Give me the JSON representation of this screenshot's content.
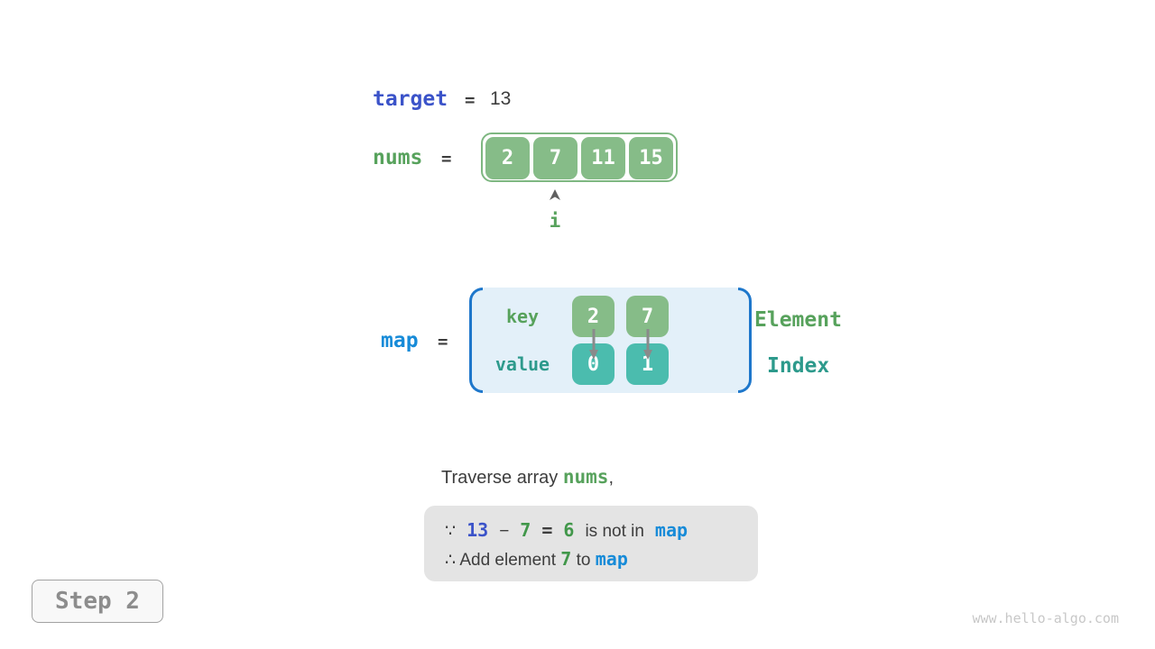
{
  "colors": {
    "accent_blue": "#3b53c9",
    "map_blue": "#178bd8",
    "bracket_blue": "#1e77cb",
    "label_green": "#57a25c",
    "strong_green": "#41974a",
    "cell_green": "#86bc88",
    "teal_text": "#2d9a8c",
    "cell_teal": "#4bbcae",
    "map_bg": "#e3f0f9",
    "note_bg": "#e4e4e4",
    "dark_text": "#3d3d3d",
    "arrow_gray": "#8a8a8b"
  },
  "target_row": {
    "label": "target",
    "equals": "=",
    "value": "13"
  },
  "nums_row": {
    "label": "nums",
    "equals": "=",
    "cells": [
      "2",
      "7",
      "11",
      "15"
    ],
    "pointer_label": "i"
  },
  "map_row": {
    "label": "map",
    "equals": "=",
    "key_label": "key",
    "value_label": "value",
    "key_cells": [
      "2",
      "7"
    ],
    "value_cells": [
      "0",
      "1"
    ],
    "element_label": "Element",
    "index_label": "Index"
  },
  "caption": {
    "before": "Traverse array",
    "highlight": "nums",
    "after": ","
  },
  "note": {
    "line1": {
      "because": "∵",
      "minuend": "13",
      "minus": "−",
      "subtrahend": "7",
      "equals": "=",
      "difference": "6",
      "text": "is not in",
      "map_ref": "map"
    },
    "line2": {
      "therefore": "∴",
      "text_before": "Add element",
      "element": "7",
      "text_between": "to",
      "map_ref": "map"
    }
  },
  "step_badge": {
    "label": "Step 2"
  },
  "watermark": "www.hello-algo.com"
}
